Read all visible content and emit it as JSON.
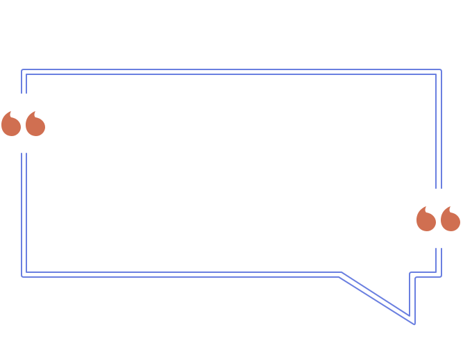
{
  "colors": {
    "background": "#ffffff",
    "frame": "#6a7fe0",
    "quote": "#d06f51"
  },
  "decorations": {
    "open_quote_icon": "opening-quotation-mark",
    "close_quote_icon": "closing-quotation-mark",
    "frame_icon": "speech-bubble-outline"
  }
}
